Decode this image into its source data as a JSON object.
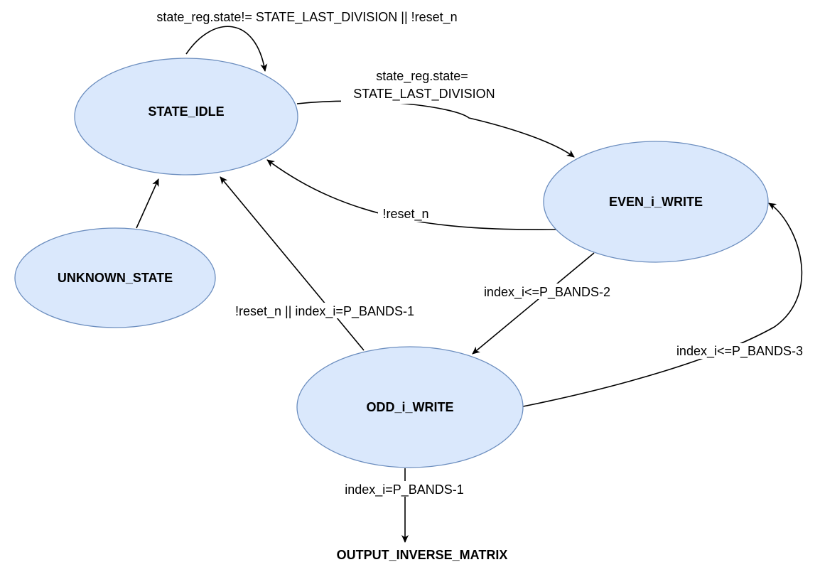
{
  "states": {
    "state_idle": "STATE_IDLE",
    "unknown_state": "UNKNOWN_STATE",
    "even_i_write": "EVEN_i_WRITE",
    "odd_i_write": "ODD_i_WRITE",
    "output_inverse_matrix": "OUTPUT_INVERSE_MATRIX"
  },
  "transitions": {
    "idle_self_loop": "state_reg.state!= STATE_LAST_DIVISION || !reset_n",
    "idle_to_even_line1": "state_reg.state=",
    "idle_to_even_line2": "STATE_LAST_DIVISION",
    "even_to_idle": "!reset_n",
    "even_to_odd": "index_i<=P_BANDS-2",
    "odd_to_idle": "!reset_n || index_i=P_BANDS-1",
    "odd_to_even": "index_i<=P_BANDS-3",
    "odd_to_output": "index_i=P_BANDS-1"
  },
  "colors": {
    "state_fill": "#dae8fc",
    "state_stroke": "#6c8ebf",
    "edge": "#000000"
  }
}
